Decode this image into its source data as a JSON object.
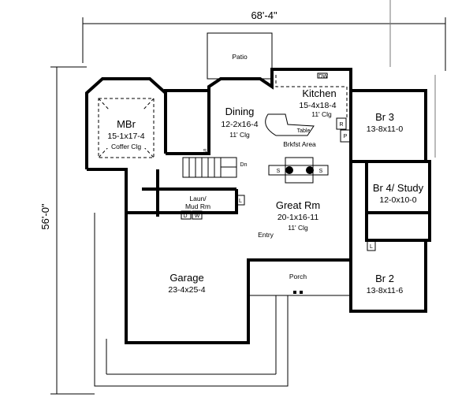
{
  "dimensions": {
    "width": "68'-4\"",
    "depth": "56'-0\""
  },
  "rooms": {
    "patio": {
      "name": "Patio"
    },
    "kitchen": {
      "name": "Kitchen",
      "size": "15-4x18-4",
      "ceiling": "11' Clg"
    },
    "dining": {
      "name": "Dining",
      "size": "12-2x16-4",
      "ceiling": "11' Clg"
    },
    "table": {
      "name": "Table"
    },
    "brkfst": {
      "name": "Brkfst Area"
    },
    "mbr": {
      "name": "MBr",
      "size": "15-1x17-4",
      "ceiling": "Coffer Clg"
    },
    "br3": {
      "name": "Br 3",
      "size": "13-8x11-0"
    },
    "br4": {
      "name": "Br 4/ Study",
      "size": "12-0x10-0"
    },
    "br2": {
      "name": "Br 2",
      "size": "13-8x11-6"
    },
    "laundry": {
      "name1": "Laun/",
      "name2": "Mud Rm"
    },
    "great": {
      "name": "Great Rm",
      "size": "20-1x16-11",
      "ceiling": "11' Clg"
    },
    "entry": {
      "name": "Entry"
    },
    "porch": {
      "name": "Porch"
    },
    "garage": {
      "name": "Garage",
      "size": "23-4x25-4"
    }
  },
  "fixtures": {
    "dw": "DW",
    "refrigerator": "R",
    "pantry": "P",
    "stairs": "Dn",
    "seat": "S",
    "dryer": "D",
    "washer": "W",
    "linen": "L",
    "shower": "S"
  }
}
